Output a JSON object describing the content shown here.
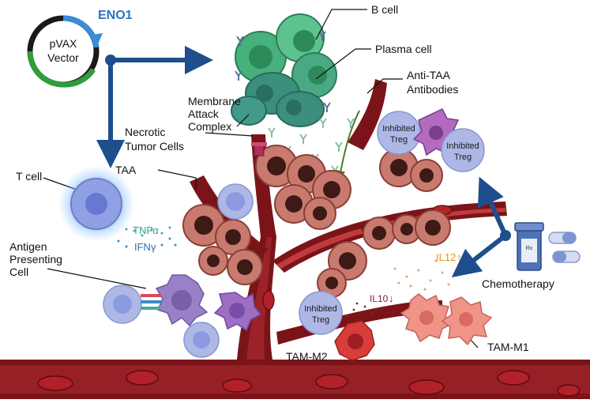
{
  "vector": {
    "name": "pVAX",
    "sub": "Vector",
    "gene": "ENO1"
  },
  "labels": {
    "b_cell": "B cell",
    "plasma_cell": "Plasma cell",
    "anti_taa_1": "Anti-TAA",
    "anti_taa_2": "Antibodies",
    "mac_1": "Membrane",
    "mac_2": "Attack",
    "mac_3": "Complex",
    "necrotic_1": "Necrotic",
    "necrotic_2": "Tumor Cells",
    "taa": "TAA",
    "t_cell": "T cell",
    "tnfa": "TNFα",
    "ifng": "IFNγ",
    "apc_1": "Antigen",
    "apc_2": "Presenting",
    "apc_3": "Cell",
    "inhibited": "Inhibited",
    "treg": "Treg",
    "il12": "IL12",
    "il10": "IL10",
    "tam_m2": "TAM-M2",
    "tam_m1": "TAM-M1",
    "chemotherapy": "Chemotherapy",
    "rx": "Rx"
  },
  "colors": {
    "vessel": "#7a1418",
    "vessel_dark": "#5a0d10",
    "vessel_inner": "#e8a4a0",
    "tumor": "#c97a6e",
    "tumor_dark": "#3d1a16",
    "bcell": "#3ea775",
    "plasma": "#3f8f7a",
    "arrow_blue": "#1e4e8c",
    "treg": "#aeb8e6",
    "tam_m1": "#f19488",
    "tam_m2": "#d83d3a",
    "apc": "#9a80c6",
    "tcell": "#8fa0e4",
    "il12": "#e8951c",
    "il10": "#8c1f2a"
  }
}
